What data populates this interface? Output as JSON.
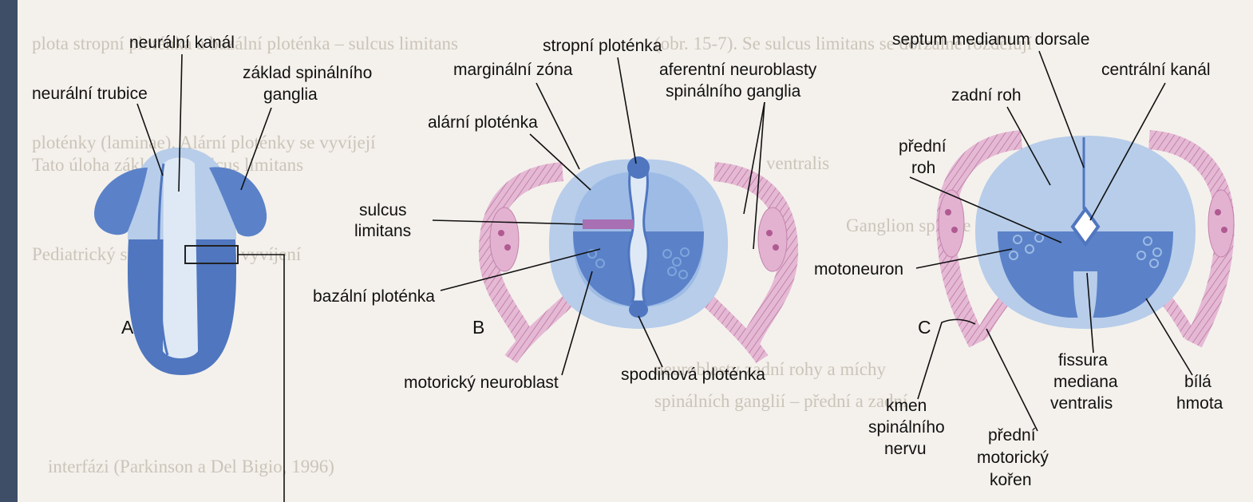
{
  "colors": {
    "background": "#f4f1ec",
    "left_strip": "#3e4e66",
    "light_blue": "#b7cdea",
    "mid_blue": "#7ea5dc",
    "dark_blue": "#4f76bf",
    "nerve_pink": "#d9a3c6",
    "nerve_line": "#b86f9f",
    "sulcus_bar": "#a86fb3"
  },
  "panels": {
    "a": "A",
    "b": "B",
    "c": "C"
  },
  "labels": {
    "neural_canal": "neurální kanál",
    "neural_tube": "neurální trubice",
    "spinal_ganglion_base_1": "základ spinálního",
    "spinal_ganglion_base_2": "ganglia",
    "roof_plate": "stropní ploténka",
    "marginal_zone": "marginální zóna",
    "alar_plate": "alární ploténka",
    "sulcus_1": "sulcus",
    "sulcus_2": "limitans",
    "basal_plate": "bazální ploténka",
    "motor_neuroblast": "motorický neuroblast",
    "floor_plate": "spodinová ploténka",
    "afferent_1": "aferentní neuroblasty",
    "afferent_2": "spinálního ganglia",
    "septum": "septum medianum dorsale",
    "central_canal": "centrální kanál",
    "dorsal_horn": "zadní roh",
    "ventral_horn_1": "přední",
    "ventral_horn_2": "roh",
    "motoneuron": "motoneuron",
    "fissure_1": "fissura",
    "fissure_2": "mediana",
    "fissure_3": "ventralis",
    "white_matter_1": "bílá",
    "white_matter_2": "hmota",
    "nerve_trunk_1": "kmen",
    "nerve_trunk_2": "spinálního",
    "nerve_trunk_3": "nervu",
    "ventral_root_1": "přední",
    "ventral_root_2": "motorický",
    "ventral_root_3": "kořen"
  },
  "background_text": [
    "plota stropní ploténka a bazální ploténka – sulcus limitans",
    "(obr. 15-7). Se sulcus limitans se dorzálně rozdělují",
    "ploténky (laminae). Alární ploténky se vyvíjejí",
    "Tato úloha základní a sulcus limitans",
    "Pediatrický spinální kanál – vyvíjení",
    "spinálních ganglií – přední a zadní",
    "interfázi (Parkinson a Del Bigio, 1996)",
    "Ganglion spinale",
    "neuroblasty zadní rohy a míchy",
    "ventralis"
  ]
}
